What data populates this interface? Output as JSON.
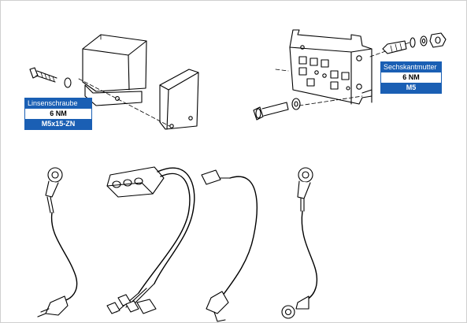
{
  "labels": [
    {
      "header": "Linsenschraube",
      "torque": "6 NM",
      "spec": "M5x15-ZN"
    },
    {
      "header": "Sechskantmutter",
      "torque": "6 NM",
      "spec": "M5"
    }
  ],
  "colors": {
    "accent": "#1a5fb4",
    "line": "#000000"
  }
}
